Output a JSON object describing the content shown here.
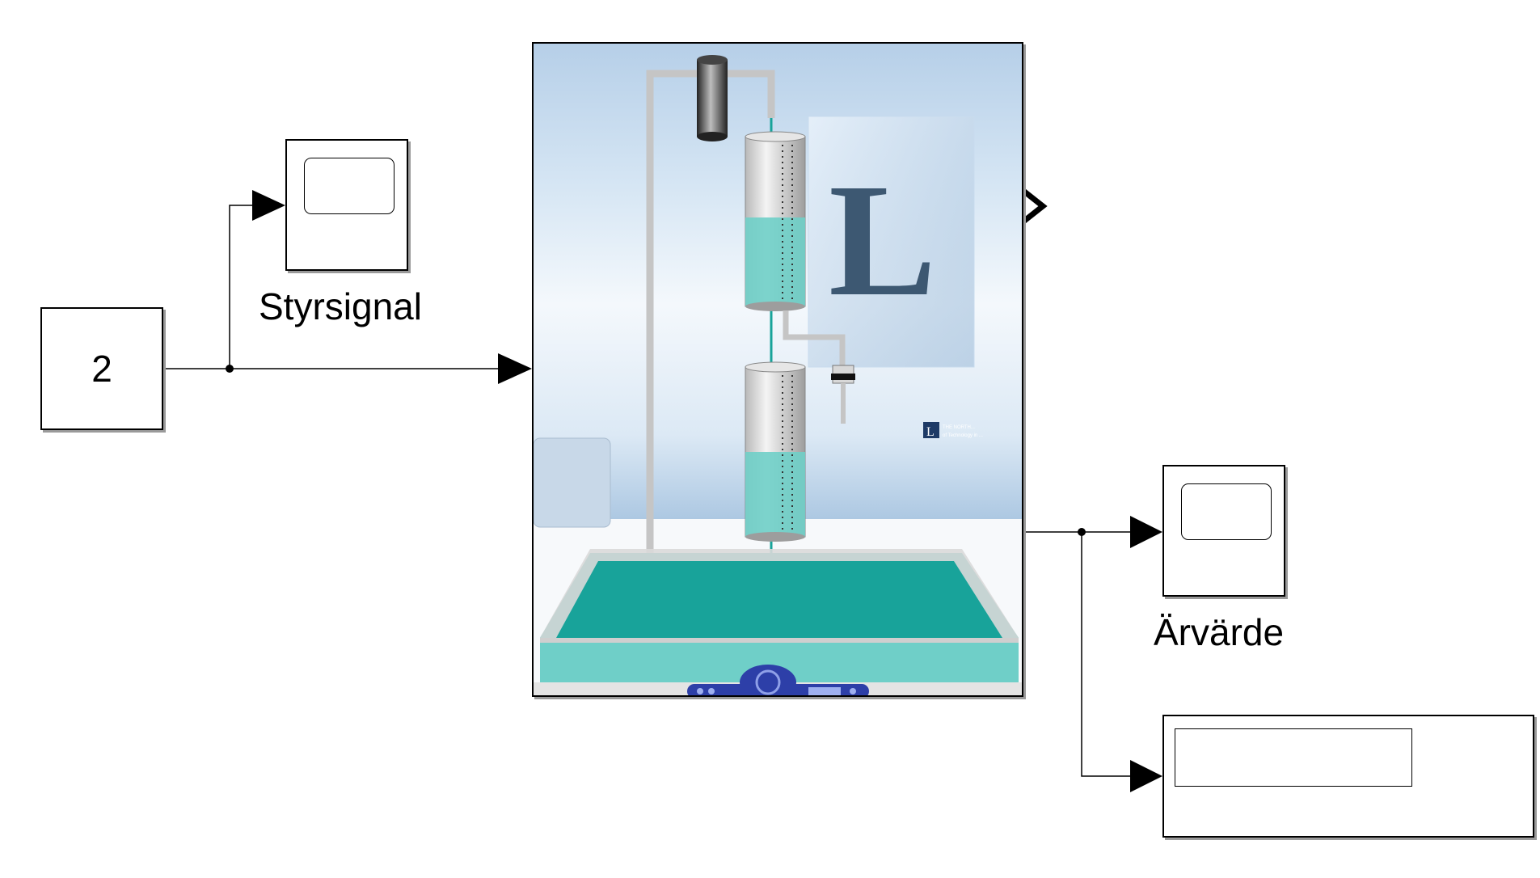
{
  "blocks": {
    "constant": {
      "value": "2"
    },
    "scope_styrsignal": {
      "label": "Styrsignal"
    },
    "scope_arvarde": {
      "label": "Ärvärde"
    },
    "display": {
      "value": ""
    }
  },
  "animation": {
    "logo_letter": "L",
    "university_text_1": "THE NORTH...",
    "university_text_2": "of Technology in ..."
  },
  "colors": {
    "water": "#18a39a",
    "tank_water": "#6fcfc8",
    "player_bar": "#2d3fa8"
  },
  "icons": [
    "scope-screen-icon",
    "display-screen-icon",
    "output-port-chevron-icon"
  ]
}
